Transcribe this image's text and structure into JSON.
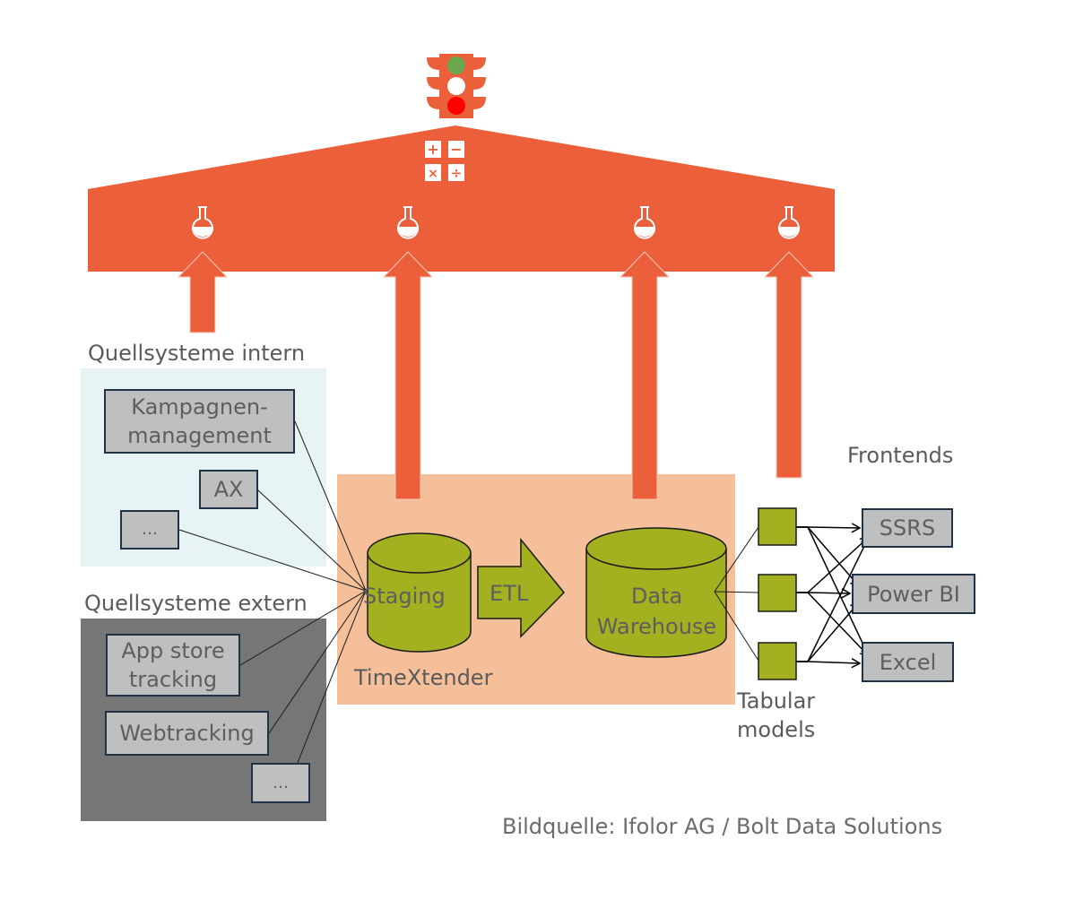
{
  "colors": {
    "roof": "#ec5f3b",
    "timextender_panel": "#f5bf9a",
    "internal_panel": "#e8f3f5",
    "external_panel": "#767676",
    "system_box": "#bfbfbf",
    "database": "#a3b020",
    "traffic_green": "#6aa84f",
    "traffic_red": "#ff0000"
  },
  "roof": {
    "icons": {
      "traffic_light": "traffic-light-icon",
      "calculator": "calculator-icon",
      "calculator_symbols": [
        "+",
        "−",
        "×",
        "÷"
      ],
      "flask": "flask-icon"
    },
    "flask_count": 4
  },
  "internal": {
    "title": "Quellsysteme intern",
    "systems": [
      {
        "label_line1": "Kampagnen-",
        "label_line2": "management"
      },
      {
        "label": "AX"
      },
      {
        "label": "…"
      }
    ]
  },
  "external": {
    "title": "Quellsysteme extern",
    "systems": [
      {
        "label_line1": "App store",
        "label_line2": "tracking"
      },
      {
        "label": "Webtracking"
      },
      {
        "label": "…"
      }
    ]
  },
  "timextender": {
    "title": "TimeXtender",
    "staging": "Staging",
    "etl": "ETL",
    "dwh_line1": "Data",
    "dwh_line2": "Warehouse"
  },
  "tabular": {
    "title_line1": "Tabular",
    "title_line2": "models",
    "count": 3
  },
  "frontends": {
    "title": "Frontends",
    "items": [
      "SSRS",
      "Power BI",
      "Excel"
    ]
  },
  "source_note": "Bildquelle: Ifolor AG / Bolt Data Solutions"
}
